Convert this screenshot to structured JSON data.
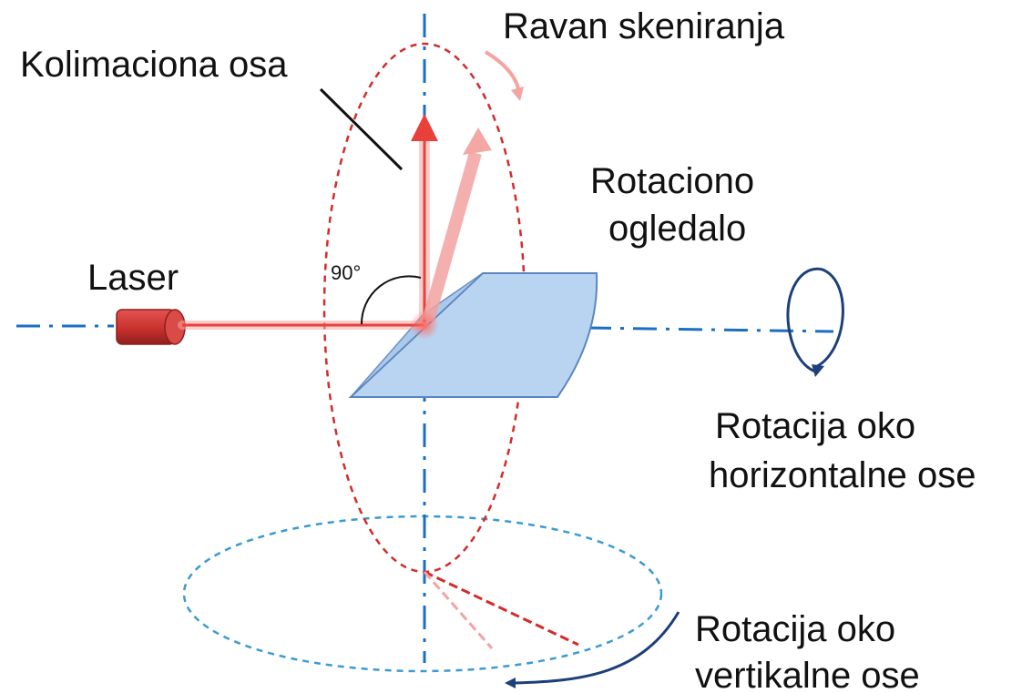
{
  "labels": {
    "collimation_axis": "Kolimaciona osa",
    "scan_plane": "Ravan skeniranja",
    "mirror_line1": "Rotaciono",
    "mirror_line2": "ogledalo",
    "laser": "Laser",
    "angle": "90°",
    "horiz_rot_line1": "Rotacija oko",
    "horiz_rot_line2": "horizontalne ose",
    "vert_rot_line1": "Rotacija oko",
    "vert_rot_line2": "vertikalne ose"
  },
  "colors": {
    "axis": "#1a6fc2",
    "beam": "#e8403a",
    "beam_faded": "#f3a3a0",
    "scan_ellipse": "#d42a2a",
    "base_ellipse": "#3b9bd1",
    "mirror_fill": "#b9d4f0",
    "mirror_stroke": "#5a86c0",
    "rotation_arrow": "#1d3f7a",
    "laser_body": "#c8312e",
    "text": "#111111"
  }
}
